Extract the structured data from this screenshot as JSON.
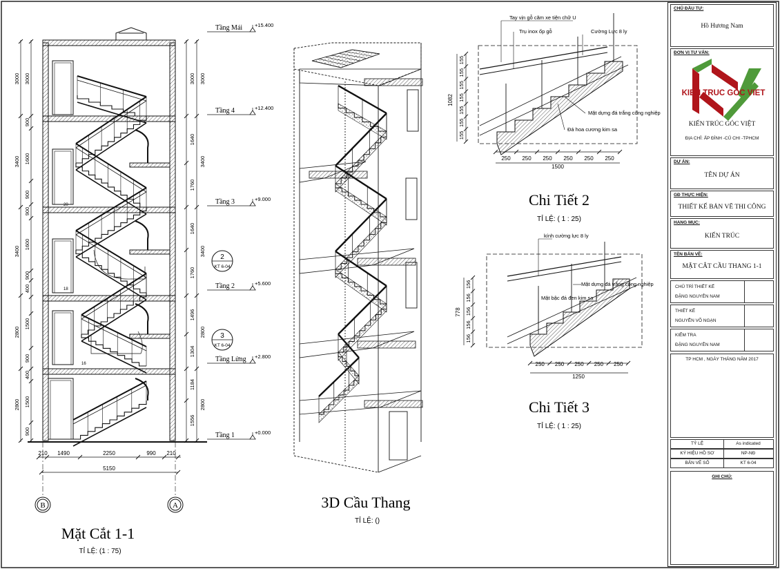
{
  "section_view": {
    "title": "Mặt Cắt 1-1",
    "scale": "TỈ LỆ: (1 : 75)",
    "floors": [
      "Tầng Mái",
      "Tầng 4",
      "Tầng 3",
      "Tầng 2",
      "Tầng Lửng",
      "Tầng 1"
    ],
    "elevations": [
      "+15.400",
      "+12.400",
      "+9.000",
      "+5.600",
      "+2.800",
      "+0.000"
    ],
    "left_dims_outer": [
      "3000",
      "3400",
      "3400",
      "2800",
      "2800"
    ],
    "left_dims_inner": [
      "3000",
      "900",
      "1600",
      "900",
      "900",
      "1600",
      "900",
      "400",
      "1500",
      "900",
      "400",
      "1500",
      "900"
    ],
    "right_dims_outer": [
      "3000",
      "3400",
      "3400",
      "2800",
      "2800"
    ],
    "right_dims_inner": [
      "3000",
      "1640",
      "1760",
      "1640",
      "1760",
      "1496",
      "1304",
      "1184",
      "1556"
    ],
    "bottom_dims": [
      "210",
      "1490",
      "2250",
      "990",
      "210"
    ],
    "bottom_total": "5150",
    "grid_left": "B",
    "grid_right": "A",
    "callouts": [
      {
        "num": "2",
        "ref": "KT 6-04"
      },
      {
        "num": "3",
        "ref": "KT 6-04"
      }
    ],
    "step_labels": [
      "20",
      "18",
      "16"
    ]
  },
  "view_3d": {
    "title": "3D Cầu Thang",
    "scale": "TỈ LỆ: ()"
  },
  "detail_2": {
    "title": "Chi Tiết 2",
    "scale": "TỈ LỆ: ( 1 : 25)",
    "labels": [
      "Tay vịn gỗ căm xe tiện chữ U",
      "Trụ inox ốp gỗ",
      "Cường Lực 8 ly",
      "Mặt dựng đá trắng công nghiệp",
      "Đá hoa cương kim sa"
    ],
    "riser_dims": [
      "155",
      "155",
      "155",
      "155",
      "155",
      "155",
      "155"
    ],
    "height_total": "1082",
    "tread_dims": [
      "250",
      "250",
      "250",
      "250",
      "250",
      "250"
    ],
    "width_total": "1500"
  },
  "detail_3": {
    "title": "Chi Tiết 3",
    "scale": "TỈ LỆ: ( 1 : 25)",
    "labels": [
      "kính cường lực 8 ly",
      "Mặt dựng đá trắng công nghiệp",
      "Mặt bậc đá đen kim sa"
    ],
    "riser_dims": [
      "156",
      "156",
      "156",
      "156",
      "156"
    ],
    "height_total": "778",
    "tread_dims": [
      "250",
      "250",
      "250",
      "250",
      "250"
    ],
    "width_total": "1250"
  },
  "title_block": {
    "owner_label": "CHỦ ĐẦU TƯ:",
    "owner": "Hồ Hương Nam",
    "consultant_label": "ĐƠN VỊ TƯ VẤN:",
    "logo_text": "KIEN TRUC GOC VIET",
    "company": "KIẾN TRÚC GÓC VIỆT",
    "address": "ĐỊA CHỈ: ẤP ĐÌNH -CỦ CHI -TPHCM",
    "project_label": "DỰ ÁN:",
    "project": "TÊN DỰ ÁN",
    "phase_label": "GĐ THỰC HIỆN:",
    "phase": "THIẾT KẾ BẢN VẼ THI CÔNG",
    "category_label": "HẠNG MỤC:",
    "category": "KIẾN TRÚC",
    "drawing_label": "TÊN BẢN VẼ:",
    "drawing": "MẶT CẮT CẦU THANG 1-1",
    "roles": [
      {
        "role": "CHỦ TRÌ THIẾT KẾ",
        "name": "ĐẶNG NGUYÊN NAM"
      },
      {
        "role": "THIẾT KẾ",
        "name": "NGUYỄN VÕ NGẠN"
      },
      {
        "role": "KIỂM TRA",
        "name": "ĐẶNG NGUYÊN NAM"
      }
    ],
    "date_line": "TP HCM ,  NGÀY    THÁNG    NĂM 2017",
    "meta": [
      {
        "label": "TỶ LỆ",
        "value": "As indicated"
      },
      {
        "label": "KÝ HIỆU HỒ SƠ",
        "value": "NP-NĐ"
      },
      {
        "label": "BẢN VẼ SỐ",
        "value": "KT 6-04"
      }
    ],
    "notes_label": "GHI CHÚ:"
  },
  "colors": {
    "line": "#111111",
    "logo_red": "#b0151b",
    "logo_green": "#4f9a3a",
    "hatch": "#555555"
  }
}
